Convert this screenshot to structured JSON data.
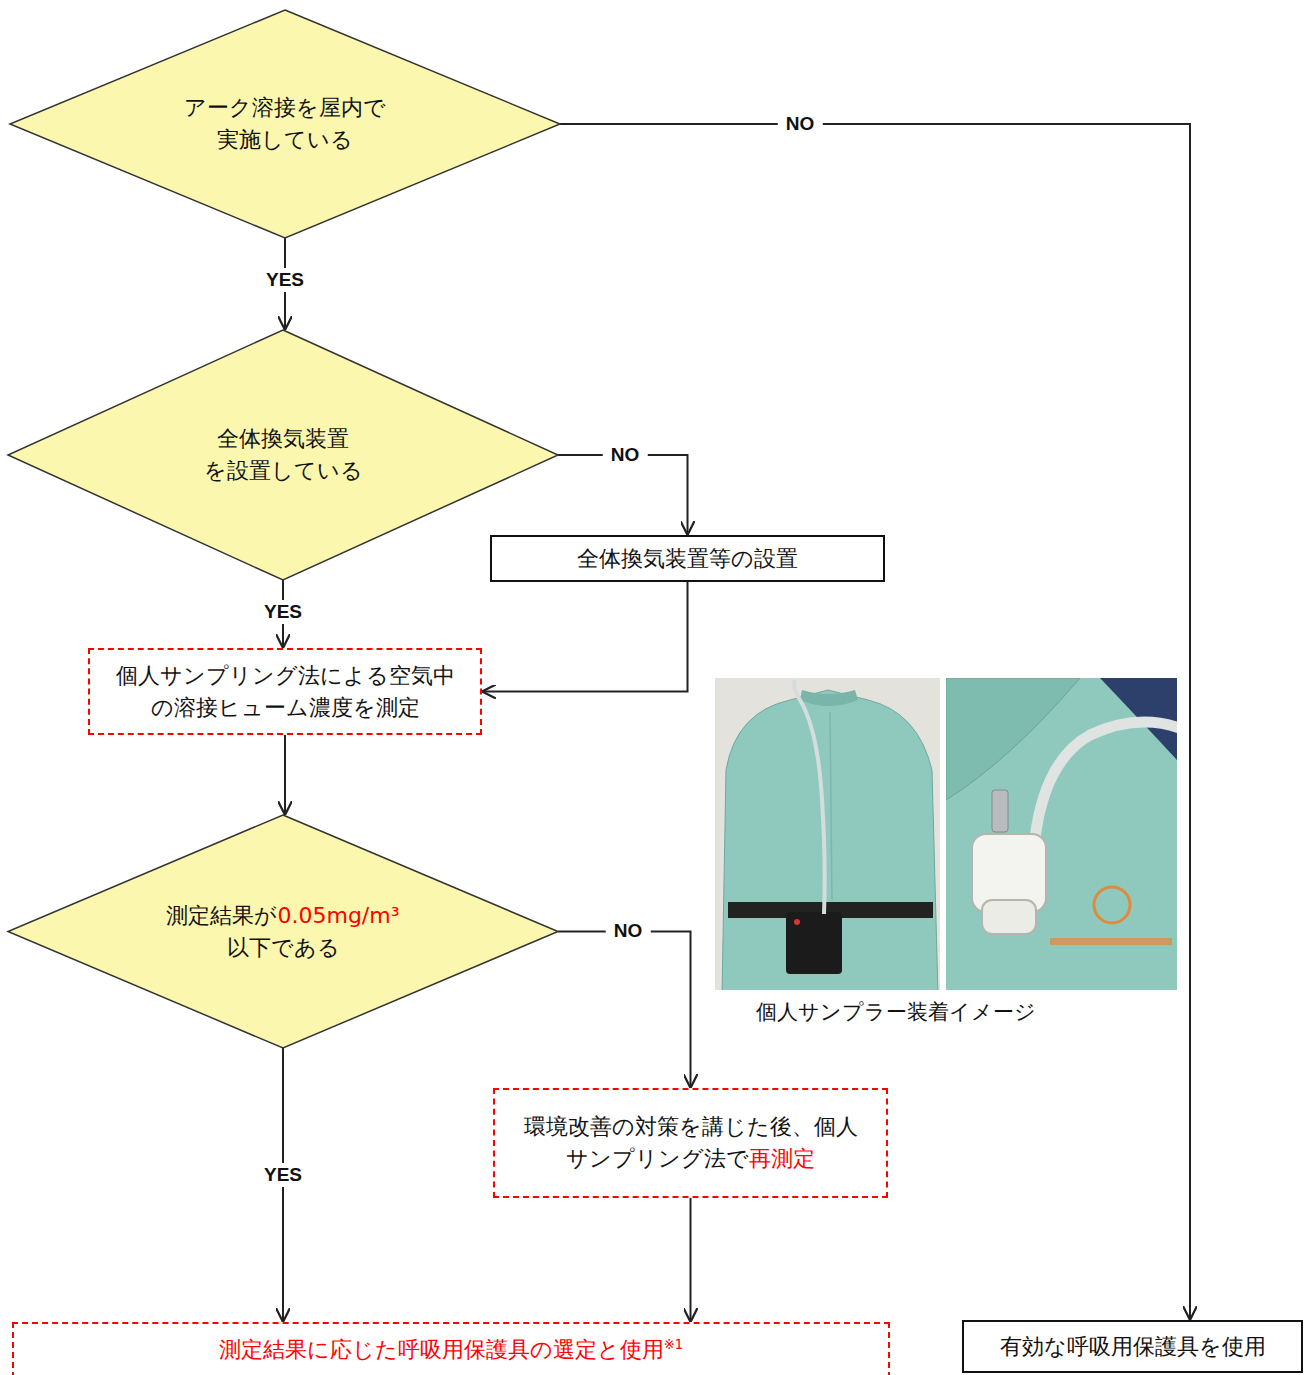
{
  "diagram": {
    "nodes": [
      {
        "text": [
          "アーク溶接を屋内で 実施している"
        ]
      },
      {
        "text": [
          "全体換気装置 を設置している"
        ]
      },
      {
        "text": [
          "全体換気装置等の設置"
        ]
      },
      {
        "text": [
          "個人サンプリング法による空気中 の溶接ヒューム濃度を測定"
        ]
      },
      {
        "text": [
          "測定結果が0.05mg/m³ 以下である"
        ]
      },
      {
        "text": [
          "環境改善の対策を講じた後、個人 サンプリング法で再測定"
        ]
      },
      {
        "text": [
          "測定結果に応じた呼吸用保護具の選定と使用※1"
        ]
      },
      {
        "text": [
          "有効な呼吸用保護具を使用"
        ]
      }
    ],
    "edges": [
      {
        "from": 0,
        "to": 1,
        "label": "YES",
        "arrow": "to"
      },
      {
        "from": 0,
        "to": 7,
        "label": "NO",
        "arrow": "to"
      },
      {
        "from": 1,
        "to": 3,
        "label": "YES",
        "arrow": "to"
      },
      {
        "from": 1,
        "to": 2,
        "label": "NO",
        "arrow": "to"
      },
      {
        "from": 2,
        "to": 3,
        "arrow": "to"
      },
      {
        "from": 3,
        "to": 4,
        "arrow": "to"
      },
      {
        "from": 4,
        "to": 6,
        "label": "YES",
        "arrow": "to"
      },
      {
        "from": 4,
        "to": 5,
        "label": "NO",
        "arrow": "to"
      },
      {
        "from": 5,
        "to": 6,
        "arrow": "to"
      }
    ],
    "labels": [
      "個人サンプラー装着イメージ"
    ]
  }
}
